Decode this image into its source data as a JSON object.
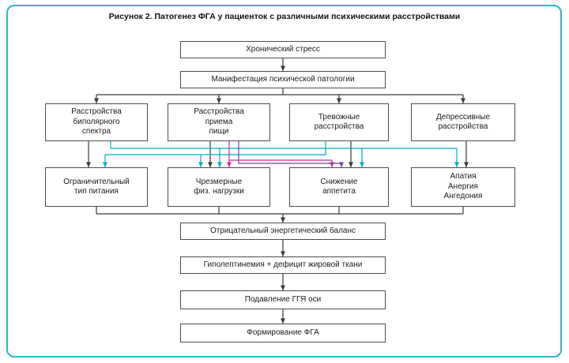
{
  "figure": {
    "title": "Рисунок 2. Патогенез ФГА у пациенток с различными психическими расстройствами"
  },
  "colors": {
    "frame": "#2cb6c9",
    "line": "#3a3a3a",
    "teal": "#00aebf",
    "magenta": "#c92f96",
    "purple": "#7e3f98"
  },
  "nodes": {
    "chronic_stress": "Хронический стресс",
    "manifestation": "Манифестация психической патологии",
    "bipolar": "Расстройства\nбиполярного\nспектра",
    "eating": "Расстройства\nприема\nпищи",
    "anxiety": "Тревожные\nрасстройства",
    "depressive": "Депрессивные\nрасстройства",
    "restrictive": "Ограничительный\nтип питания",
    "exercise": "Чрезмерные\nфиз. нагрузки",
    "appetite": "Снижение\nаппетита",
    "apathy": "Апатия\nАнергия\nАнгедония",
    "energy_balance": "Отрицательный энергетический баланс",
    "hypoleptinemia": "Гиполептинемия + дефицит жировой ткани",
    "hpg_suppression": "Подавление ГГЯ оси",
    "fha": "Формирование ФГА"
  },
  "edges": [
    {
      "from": "chronic_stress",
      "to": "manifestation",
      "color": "line"
    },
    {
      "from": "manifestation",
      "to": "bipolar",
      "color": "line"
    },
    {
      "from": "manifestation",
      "to": "eating",
      "color": "line"
    },
    {
      "from": "manifestation",
      "to": "anxiety",
      "color": "line"
    },
    {
      "from": "manifestation",
      "to": "depressive",
      "color": "line"
    },
    {
      "from": "bipolar",
      "to": "restrictive",
      "color": "line"
    },
    {
      "from": "bipolar",
      "to": "exercise",
      "color": "teal"
    },
    {
      "from": "bipolar",
      "to": "appetite",
      "color": "teal"
    },
    {
      "from": "bipolar",
      "to": "apathy",
      "color": "teal"
    },
    {
      "from": "eating",
      "to": "exercise",
      "color": "line"
    },
    {
      "from": "eating",
      "to": "exercise",
      "color": "magenta"
    },
    {
      "from": "eating",
      "to": "appetite",
      "color": "magenta"
    },
    {
      "from": "eating",
      "to": "appetite",
      "color": "purple"
    },
    {
      "from": "anxiety",
      "to": "restrictive",
      "color": "teal"
    },
    {
      "from": "anxiety",
      "to": "exercise",
      "color": "teal"
    },
    {
      "from": "anxiety",
      "to": "appetite",
      "color": "line"
    },
    {
      "from": "depressive",
      "to": "apathy",
      "color": "line"
    },
    {
      "from": "restrictive",
      "to": "energy_balance",
      "color": "line"
    },
    {
      "from": "exercise",
      "to": "energy_balance",
      "color": "line"
    },
    {
      "from": "appetite",
      "to": "energy_balance",
      "color": "line"
    },
    {
      "from": "apathy",
      "to": "energy_balance",
      "color": "line"
    },
    {
      "from": "energy_balance",
      "to": "hypoleptinemia",
      "color": "line"
    },
    {
      "from": "hypoleptinemia",
      "to": "hpg_suppression",
      "color": "line"
    },
    {
      "from": "hpg_suppression",
      "to": "fha",
      "color": "line"
    }
  ]
}
